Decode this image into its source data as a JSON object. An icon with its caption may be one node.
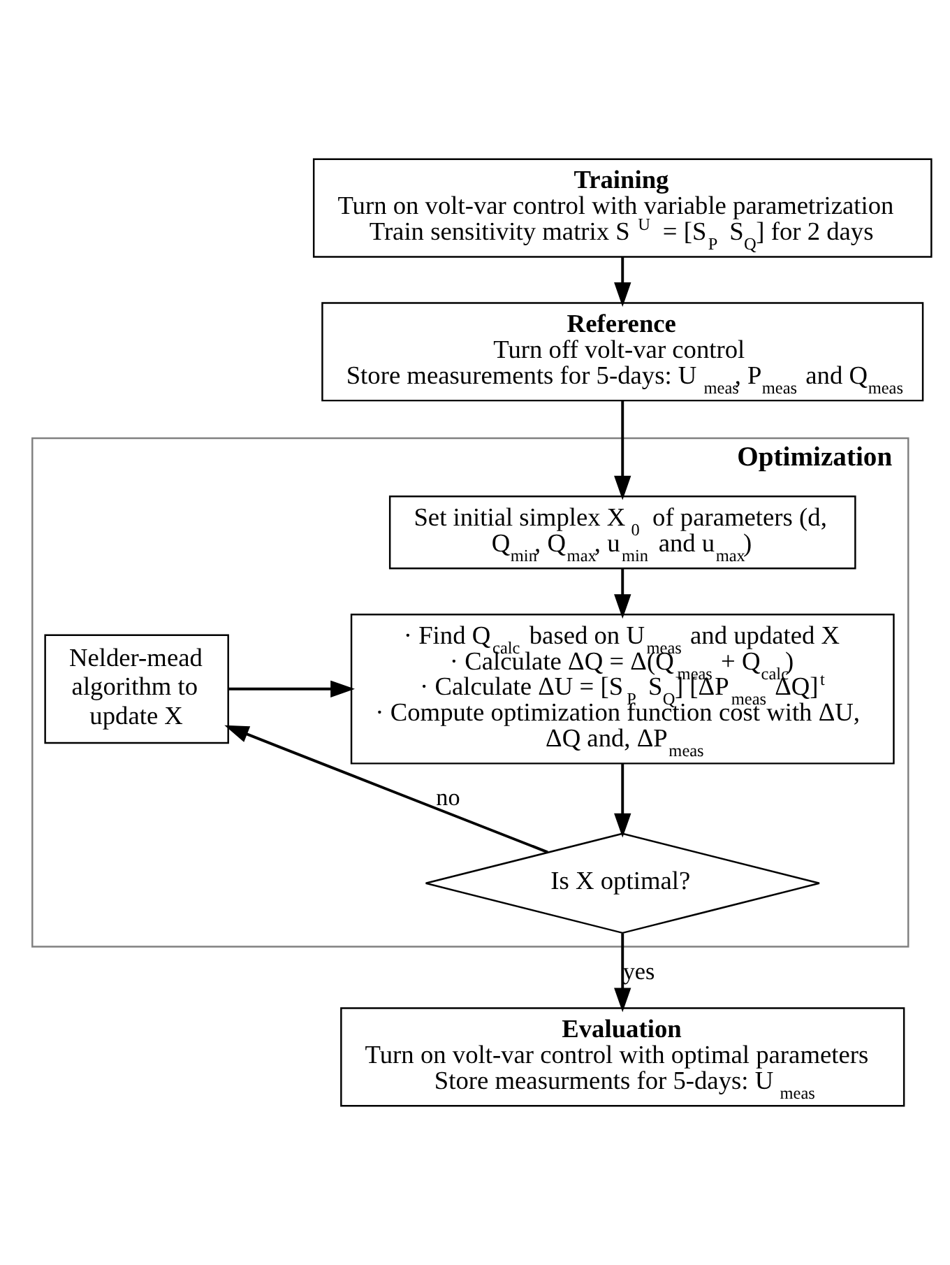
{
  "diagram": {
    "nodes": [
      {
        "text": [
          "Training",
          "Turn on volt-var control with variable parametrization",
          "Train sensitivity matrix S$^{U}$ = [S$_{P}$ S$_{Q}$] for 2 days"
        ]
      },
      {
        "text": [
          "Reference",
          "Turn off volt-var control",
          "Store measurements for 5-days: U$_{meas}$, P$_{meas}$ and Q$_{meas}$"
        ]
      },
      {
        "text": [
          "Optimization"
        ]
      },
      {
        "text": [
          "Set initial simplex X$_{0}$ of parameters (d, Q$_{min}$, Q$_{max}$, u$_{min}$ and u$_{max}$)"
        ],
        "in": 2
      },
      {
        "text": [
          "· Find Q$_{calc}$ based on U$_{meas}$ and updated X",
          "· Calculate ΔQ = Δ(Q$_{meas}$ + Q$_{calc}$)",
          "· Calculate ΔU = [S$_{P}$ S$_{Q}$] [ΔP$_{meas}$ ΔQ]$^{t}$",
          "· Compute optimization function cost with ΔU, ΔQ and, ΔP$_{meas}$"
        ],
        "in": 2
      },
      {
        "text": [
          "Is X optimal?"
        ],
        "in": 2
      },
      {
        "text": [
          "Nelder-mead algorithm to update X"
        ],
        "in": 2
      },
      {
        "text": [
          "Evaluation",
          "Turn on volt-var control with optimal parameters",
          "Store measurments for 5-days: U$_{meas}$"
        ]
      }
    ],
    "edges": [
      {
        "from": 0,
        "to": 1,
        "arrow": "to"
      },
      {
        "from": 1,
        "to": 3,
        "arrow": "to"
      },
      {
        "from": 3,
        "to": 4,
        "arrow": "to"
      },
      {
        "from": 4,
        "to": 5,
        "arrow": "to"
      },
      {
        "from": 5,
        "to": 6,
        "arrow": "to",
        "label": "no"
      },
      {
        "from": 6,
        "to": 4,
        "arrow": "to"
      },
      {
        "from": 5,
        "to": 7,
        "arrow": "to",
        "label": "yes"
      }
    ]
  }
}
